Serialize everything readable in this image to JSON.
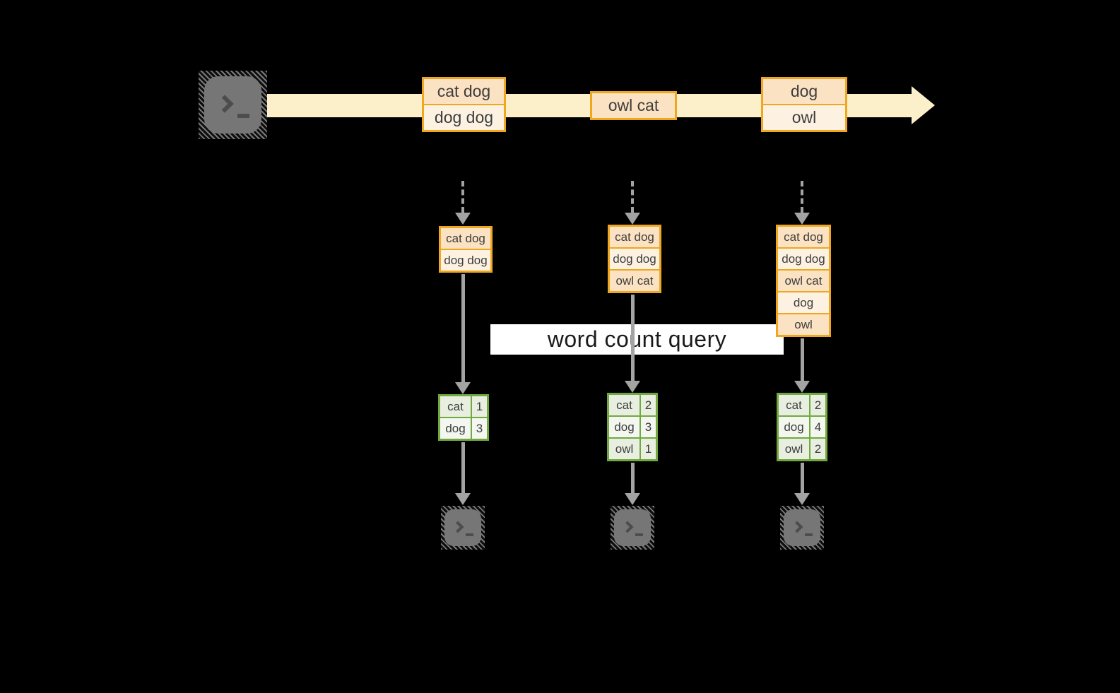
{
  "colors": {
    "bg": "#000000",
    "gold": "#eea71f",
    "peach": "#fbe2c2",
    "cream": "#fdf2e2",
    "band": "#fcf0ca",
    "green": "#71a83f",
    "green_light": "#e9efe0",
    "green_lighter": "#f4f7f0",
    "arrow": "#a3a3a3",
    "label_bg": "#ffffff",
    "ink": "#3d3d3d"
  },
  "stream": {
    "batches": [
      {
        "lines": [
          "cat dog",
          "dog dog"
        ]
      },
      {
        "lines": [
          "owl cat"
        ]
      },
      {
        "lines": [
          "dog",
          "owl"
        ]
      }
    ]
  },
  "states": [
    {
      "lines": [
        "cat dog",
        "dog dog"
      ]
    },
    {
      "lines": [
        "cat dog",
        "dog dog",
        "owl cat"
      ]
    },
    {
      "lines": [
        "cat dog",
        "dog dog",
        "owl cat",
        "dog",
        "owl"
      ]
    }
  ],
  "query_label": "word count query",
  "counts": [
    {
      "rows": [
        {
          "word": "cat",
          "count": "1"
        },
        {
          "word": "dog",
          "count": "3"
        }
      ]
    },
    {
      "rows": [
        {
          "word": "cat",
          "count": "2"
        },
        {
          "word": "dog",
          "count": "3"
        },
        {
          "word": "owl",
          "count": "1"
        }
      ]
    },
    {
      "rows": [
        {
          "word": "cat",
          "count": "2"
        },
        {
          "word": "dog",
          "count": "4"
        },
        {
          "word": "owl",
          "count": "2"
        }
      ]
    }
  ]
}
